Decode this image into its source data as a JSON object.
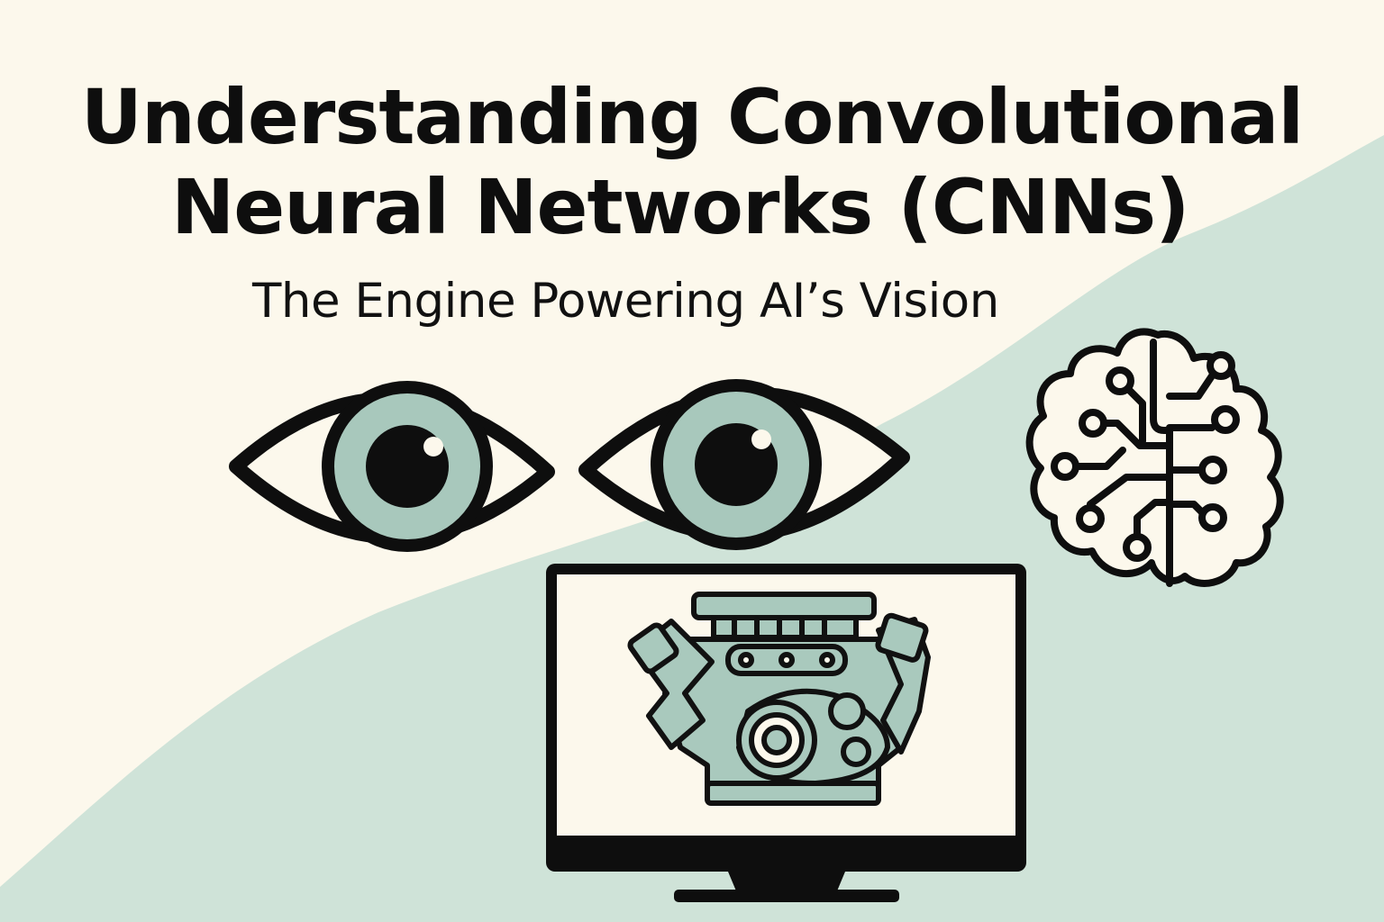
{
  "header": {
    "title_line_1": "Understanding Convolutional",
    "title_line_2": "Neural Networks (CNNs)",
    "subtitle": "The Engine Powering AI’s Vision"
  },
  "illustration": {
    "icons": [
      "eye-icon",
      "eye-icon",
      "brain-circuit-icon",
      "monitor-icon",
      "engine-icon"
    ]
  },
  "colors": {
    "background": "#fcf8ec",
    "wave": "#cfe3d8",
    "iris": "#a8c8bc",
    "engine": "#a9c9bd",
    "ink": "#0e0e0e"
  }
}
